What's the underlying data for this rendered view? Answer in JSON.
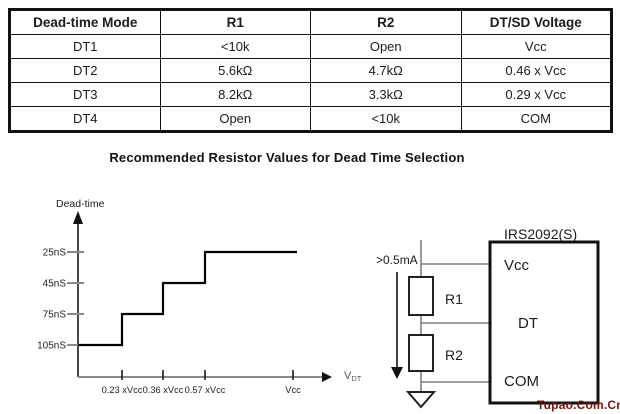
{
  "table": {
    "headers": [
      "Dead-time Mode",
      "R1",
      "R2",
      "DT/SD Voltage"
    ],
    "rows": [
      [
        "DT1",
        "<10k",
        "Open",
        "Vcc"
      ],
      [
        "DT2",
        "5.6kΩ",
        "4.7kΩ",
        "0.46 x Vcc"
      ],
      [
        "DT3",
        "8.2kΩ",
        "3.3kΩ",
        "0.29 x Vcc"
      ],
      [
        "DT4",
        "Open",
        "<10k",
        "COM"
      ]
    ]
  },
  "caption": "Recommended Resistor Values for Dead Time Selection",
  "chart_data": {
    "type": "line",
    "subtype": "step",
    "title": "",
    "ylabel": "Dead-time",
    "xlabel_main": "V",
    "xlabel_sub": "DT",
    "y_tick_labels": [
      "25nS",
      "45nS",
      "75nS",
      "105nS"
    ],
    "y_tick_values_ns": [
      25,
      45,
      75,
      105
    ],
    "x_tick_labels": [
      "0.23 xVcc",
      "0.36 xVcc",
      "0.57 xVcc",
      "Vcc"
    ],
    "x_thresholds_x_vcc": [
      0.23,
      0.36,
      0.57,
      1.0
    ],
    "steps": [
      {
        "vdt_from_x_vcc": 0.0,
        "vdt_to_x_vcc": 0.23,
        "dead_time_ns": 105
      },
      {
        "vdt_from_x_vcc": 0.23,
        "vdt_to_x_vcc": 0.36,
        "dead_time_ns": 75
      },
      {
        "vdt_from_x_vcc": 0.36,
        "vdt_to_x_vcc": 0.57,
        "dead_time_ns": 45
      },
      {
        "vdt_from_x_vcc": 0.57,
        "vdt_to_x_vcc": 1.0,
        "dead_time_ns": 25
      }
    ],
    "legend": "none",
    "grid": false,
    "axis_color": "#8a8a8a",
    "line_color": "#000000"
  },
  "circuit": {
    "ic_label": "IRS2092(S)",
    "pin_vcc": "Vcc",
    "pin_dt": "DT",
    "pin_com": "COM",
    "resistor1": "R1",
    "resistor2": "R2",
    "current_label": ">0.5mA",
    "wire_color": "#808080"
  },
  "watermark": {
    "text": "Tupao.Com.Cn",
    "color": "#7b150a"
  }
}
